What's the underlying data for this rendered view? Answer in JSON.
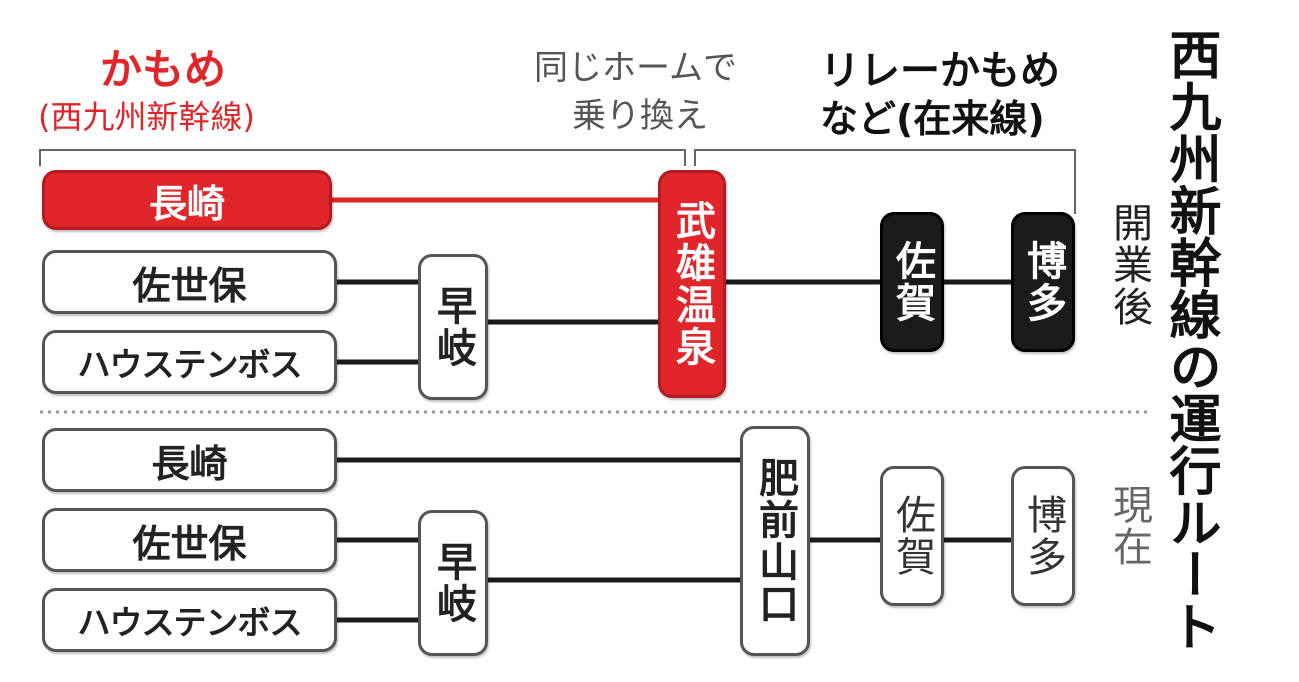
{
  "header": {
    "shinkansen_name": "かもめ",
    "shinkansen_line": "(西九州新幹線)",
    "transfer_note": [
      "同じホームで",
      "乗り換え"
    ],
    "relay_name": "リレーかもめ",
    "relay_line": "など(在来線)"
  },
  "side_title": "西九州新幹線の運行ルート",
  "sections": {
    "after": {
      "label": "開業後",
      "stations": {
        "nagasaki": "長崎",
        "sasebo": "佐世保",
        "huis_ten_bosch": "ハウステンボス",
        "haiki": "早岐",
        "takeo_onsen": "武雄温泉",
        "saga": "佐賀",
        "hakata": "博多"
      }
    },
    "current": {
      "label": "現在",
      "stations": {
        "nagasaki": "長崎",
        "sasebo": "佐世保",
        "huis_ten_bosch": "ハウステンボス",
        "haiki": "早岐",
        "hizen_yamaguchi": "肥前山口",
        "saga": "佐賀",
        "hakata": "博多"
      }
    }
  },
  "colors": {
    "shinkansen": "#e0262b",
    "conventional": "#1b1b1b",
    "bracket": "#666666",
    "divider": "#999999"
  }
}
